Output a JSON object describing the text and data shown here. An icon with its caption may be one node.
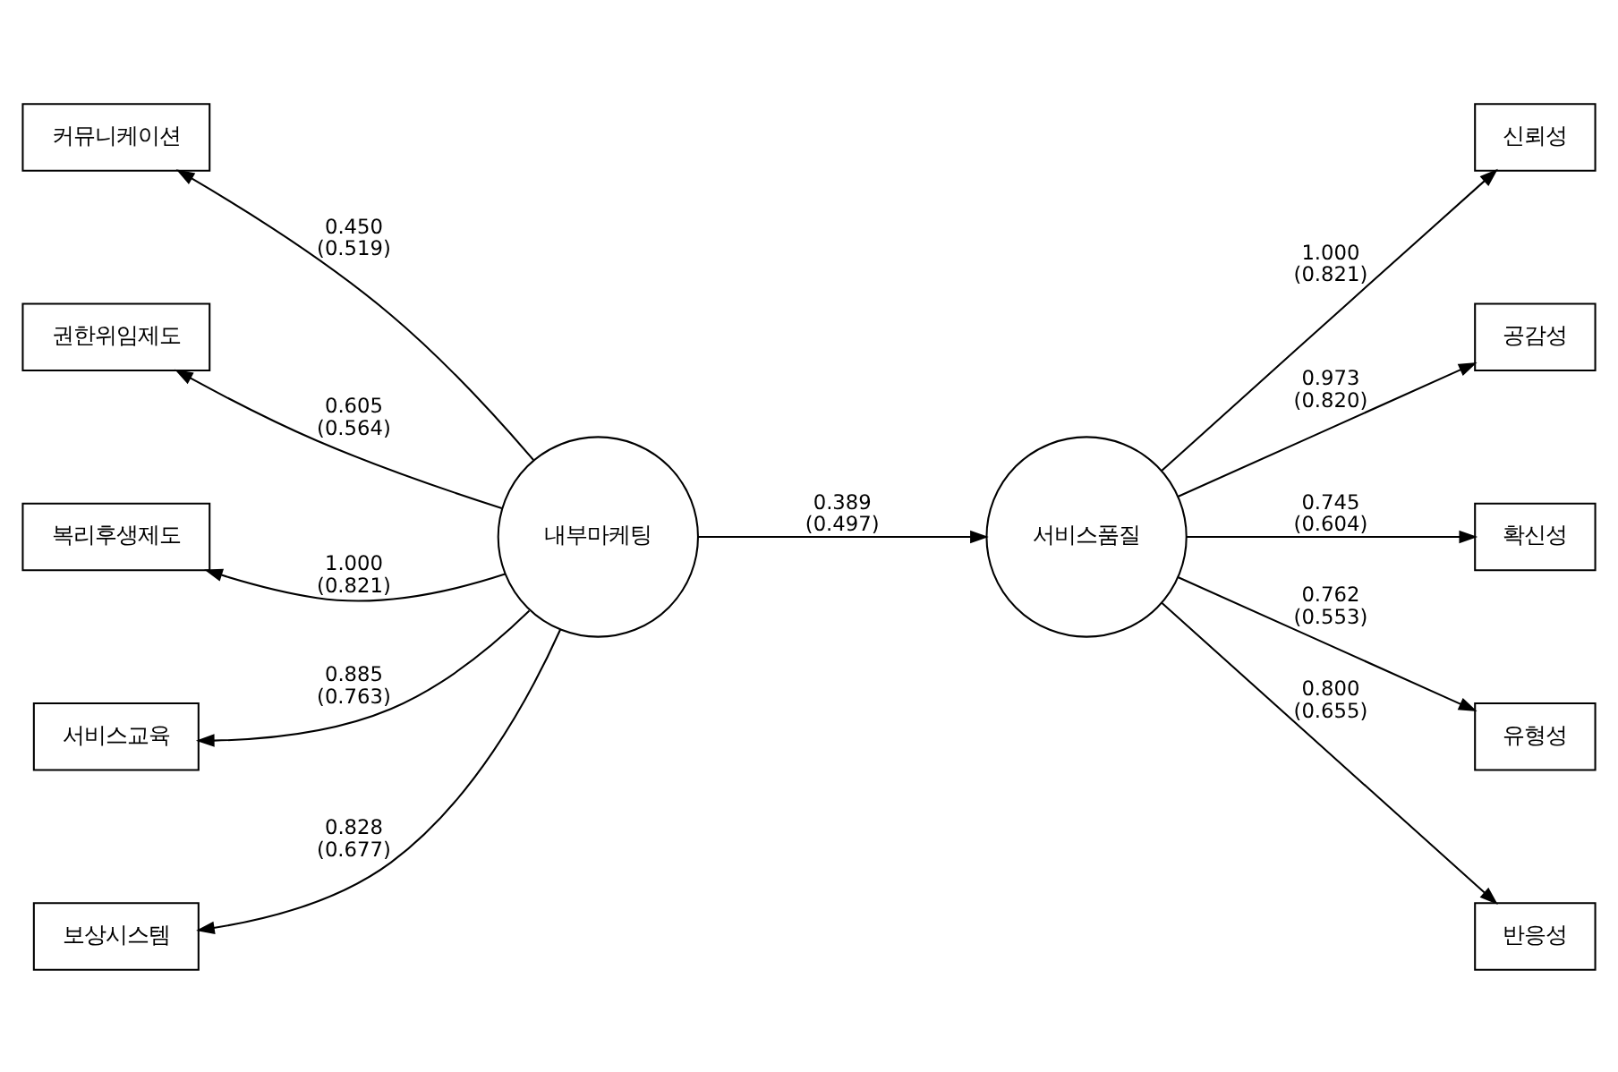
{
  "diagram": {
    "nodes": [
      {
        "text": [
          "커뮤니케이션"
        ]
      },
      {
        "text": [
          "권한위임제도"
        ]
      },
      {
        "text": [
          "복리후생제도"
        ]
      },
      {
        "text": [
          "서비스교육"
        ]
      },
      {
        "text": [
          "보상시스템"
        ]
      },
      {
        "text": [
          "내부마케팅"
        ]
      },
      {
        "text": [
          "서비스품질"
        ]
      },
      {
        "text": [
          "신뢰성"
        ]
      },
      {
        "text": [
          "공감성"
        ]
      },
      {
        "text": [
          "확신성"
        ]
      },
      {
        "text": [
          "유형성"
        ]
      },
      {
        "text": [
          "반응성"
        ]
      }
    ],
    "edges": [
      {
        "from": 5,
        "to": 0,
        "arrow": "to",
        "label": "0.450 (0.519)"
      },
      {
        "from": 5,
        "to": 1,
        "arrow": "to",
        "label": "0.605 (0.564)"
      },
      {
        "from": 5,
        "to": 2,
        "arrow": "to",
        "label": "1.000 (0.821)"
      },
      {
        "from": 5,
        "to": 3,
        "arrow": "to",
        "label": "0.885 (0.763)"
      },
      {
        "from": 5,
        "to": 4,
        "arrow": "to",
        "label": "0.828 (0.677)"
      },
      {
        "from": 5,
        "to": 6,
        "arrow": "to",
        "label": "0.389 (0.497)"
      },
      {
        "from": 6,
        "to": 7,
        "arrow": "to",
        "label": "1.000 (0.821)"
      },
      {
        "from": 6,
        "to": 8,
        "arrow": "to",
        "label": "0.973 (0.820)"
      },
      {
        "from": 6,
        "to": 9,
        "arrow": "to",
        "label": "0.745 (0.604)"
      },
      {
        "from": 6,
        "to": 10,
        "arrow": "to",
        "label": "0.762 (0.553)"
      },
      {
        "from": 6,
        "to": 11,
        "arrow": "to",
        "label": "0.800 (0.655)"
      }
    ]
  }
}
